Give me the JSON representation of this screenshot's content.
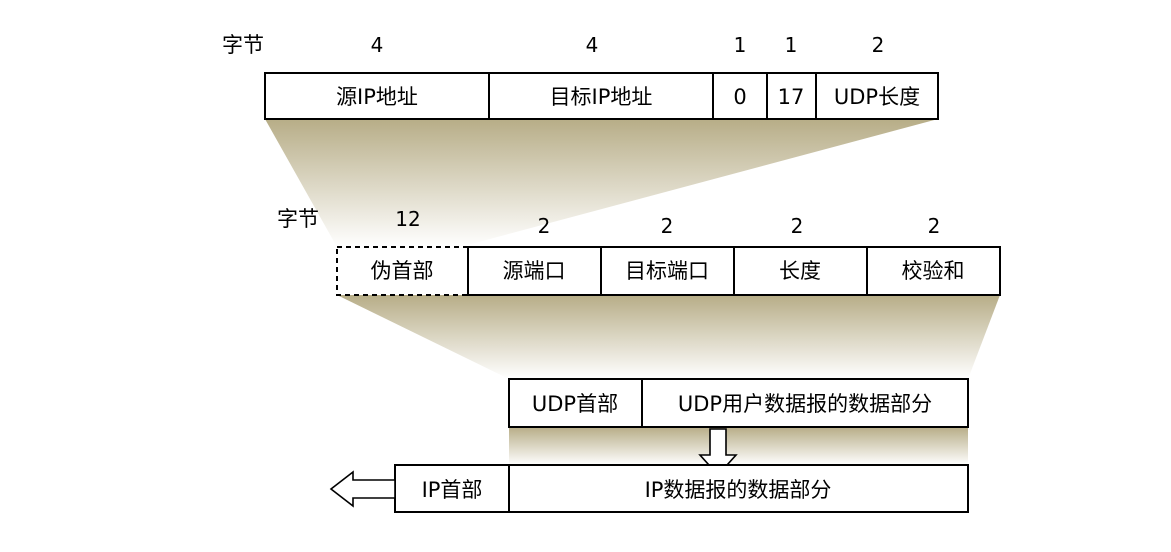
{
  "row1": {
    "byte_label": "字节",
    "sizes": [
      "4",
      "4",
      "1",
      "1",
      "2"
    ],
    "fields": [
      "源IP地址",
      "目标IP地址",
      "0",
      "17",
      "UDP长度"
    ]
  },
  "row2": {
    "byte_label": "字节",
    "sizes": [
      "12",
      "2",
      "2",
      "2",
      "2"
    ],
    "fields": [
      "伪首部",
      "源端口",
      "目标端口",
      "长度",
      "校验和"
    ]
  },
  "row3": {
    "fields": [
      "UDP首部",
      "UDP用户数据报的数据部分"
    ]
  },
  "row4": {
    "fields": [
      "IP首部",
      "IP数据报的数据部分"
    ]
  },
  "colors": {
    "funnel_dark": "#b7ad87",
    "funnel_light": "#ffffff",
    "arrow_fill": "#ffffff",
    "stroke": "#000000"
  }
}
